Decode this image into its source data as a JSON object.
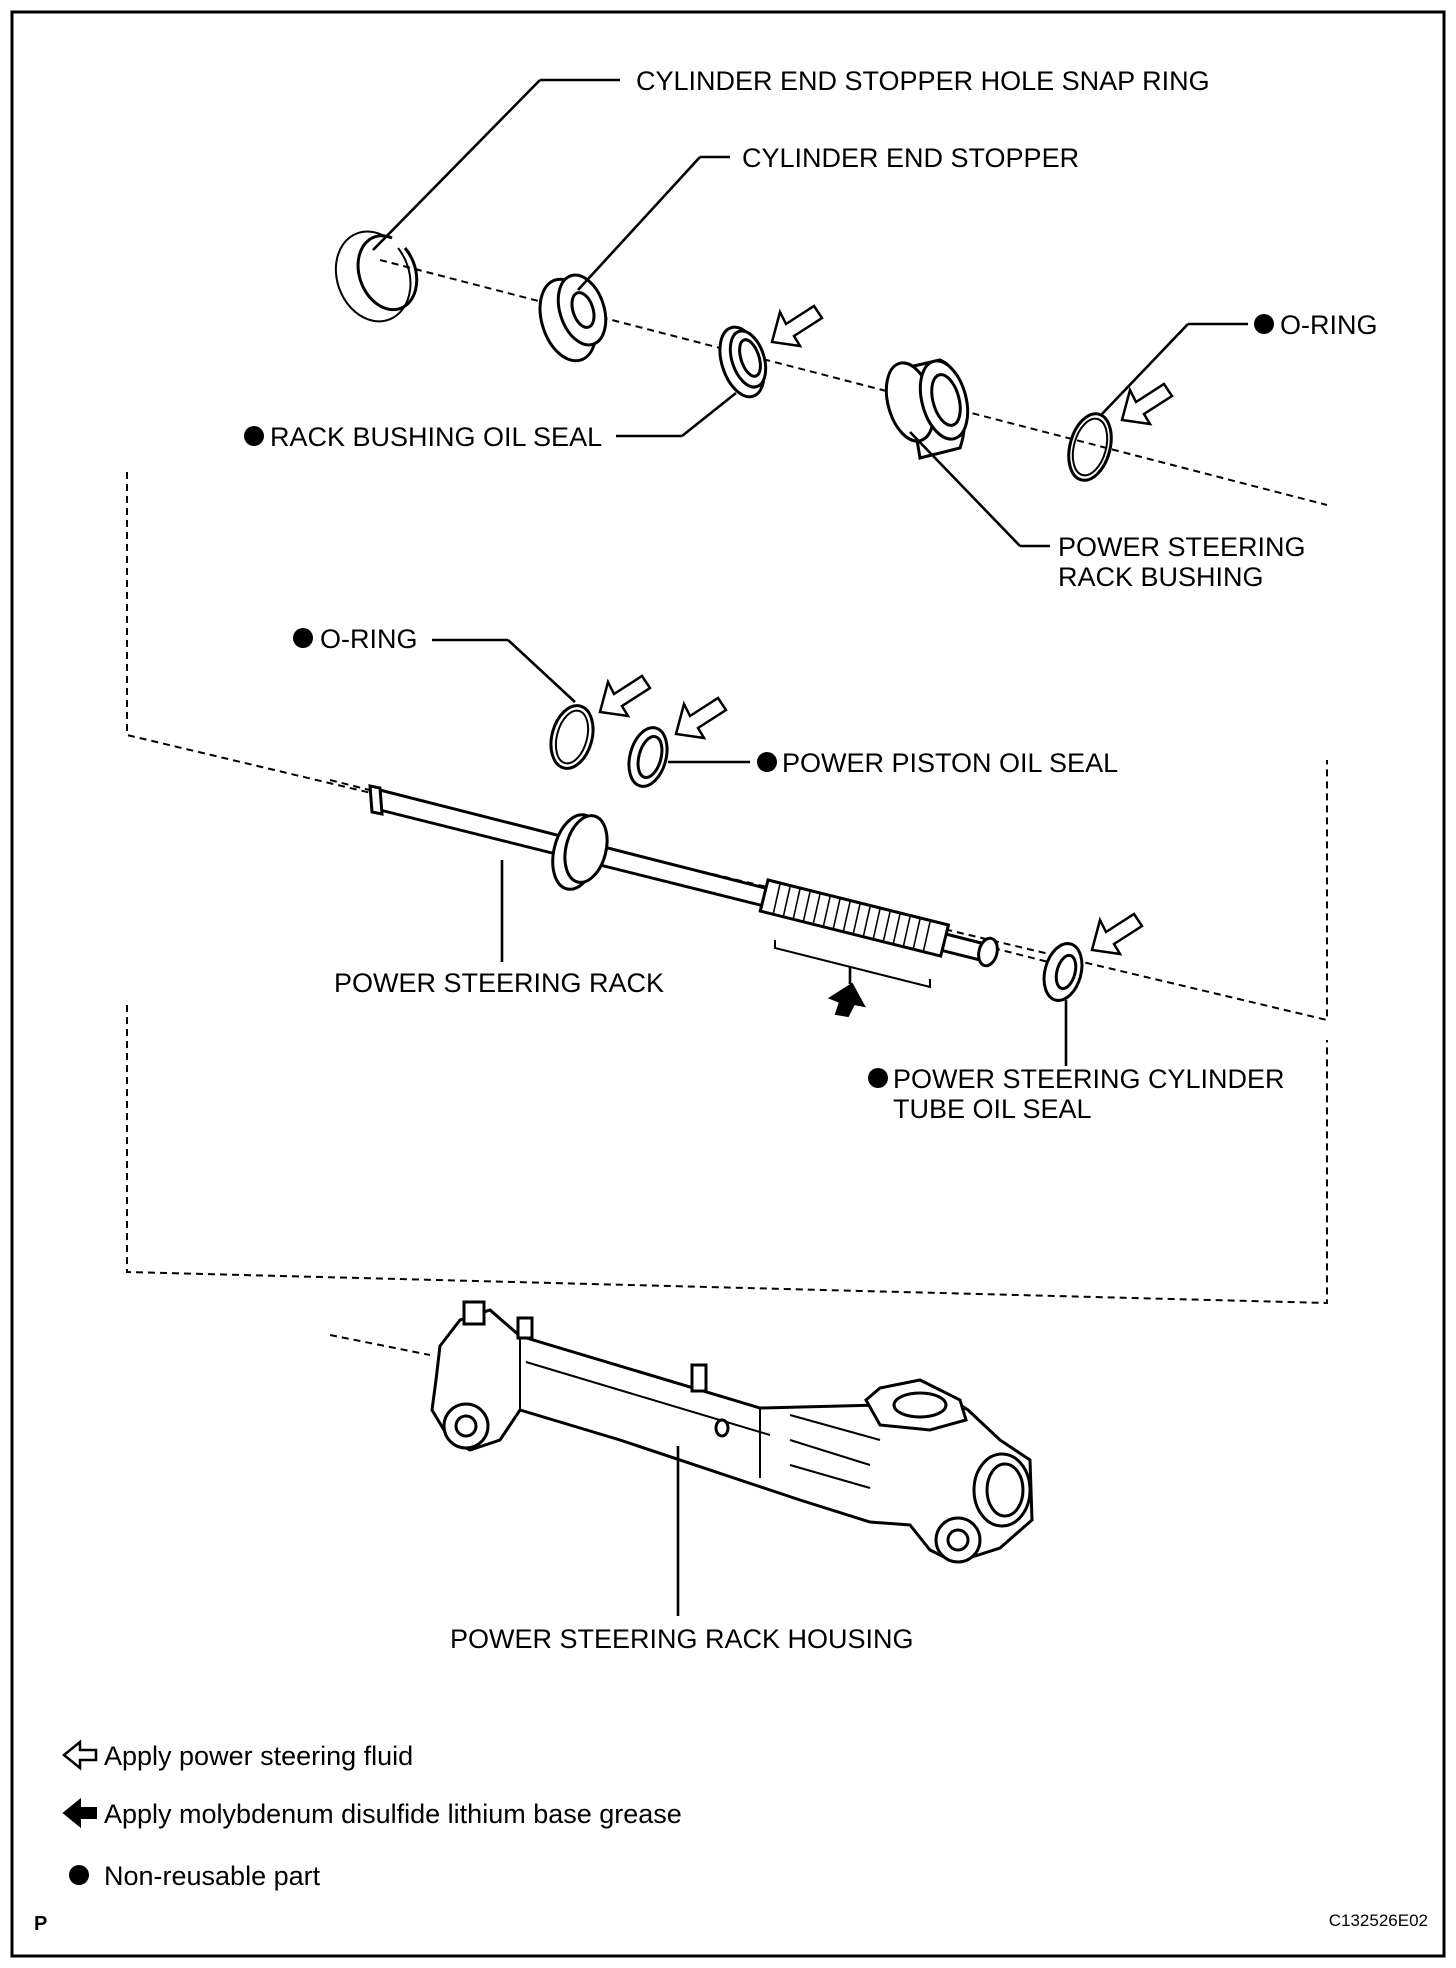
{
  "callouts": {
    "snap_ring": "CYLINDER END STOPPER HOLE SNAP RING",
    "end_stopper": "CYLINDER END STOPPER",
    "o_ring_top": "O-RING",
    "rack_bushing_oil_seal": "RACK BUSHING OIL SEAL",
    "rack_bushing_line1": "POWER STEERING",
    "rack_bushing_line2": "RACK BUSHING",
    "o_ring_mid": "O-RING",
    "power_piston_oil_seal": "POWER PISTON OIL SEAL",
    "power_steering_rack": "POWER STEERING RACK",
    "cylinder_tube_line1": "POWER STEERING CYLINDER",
    "cylinder_tube_line2": "TUBE OIL SEAL",
    "rack_housing": "POWER STEERING RACK HOUSING"
  },
  "legend": {
    "fluid": "Apply power steering fluid",
    "grease": "Apply molybdenum disulfide lithium base grease",
    "non_reusable": "Non-reusable part"
  },
  "footer": {
    "corner_letter": "P",
    "figure_code": "C132526E02"
  },
  "icons": {
    "non_reusable_mark": "filled-circle-icon",
    "fluid_mark": "hollow-arrow-icon",
    "grease_mark": "solid-arrow-icon"
  }
}
